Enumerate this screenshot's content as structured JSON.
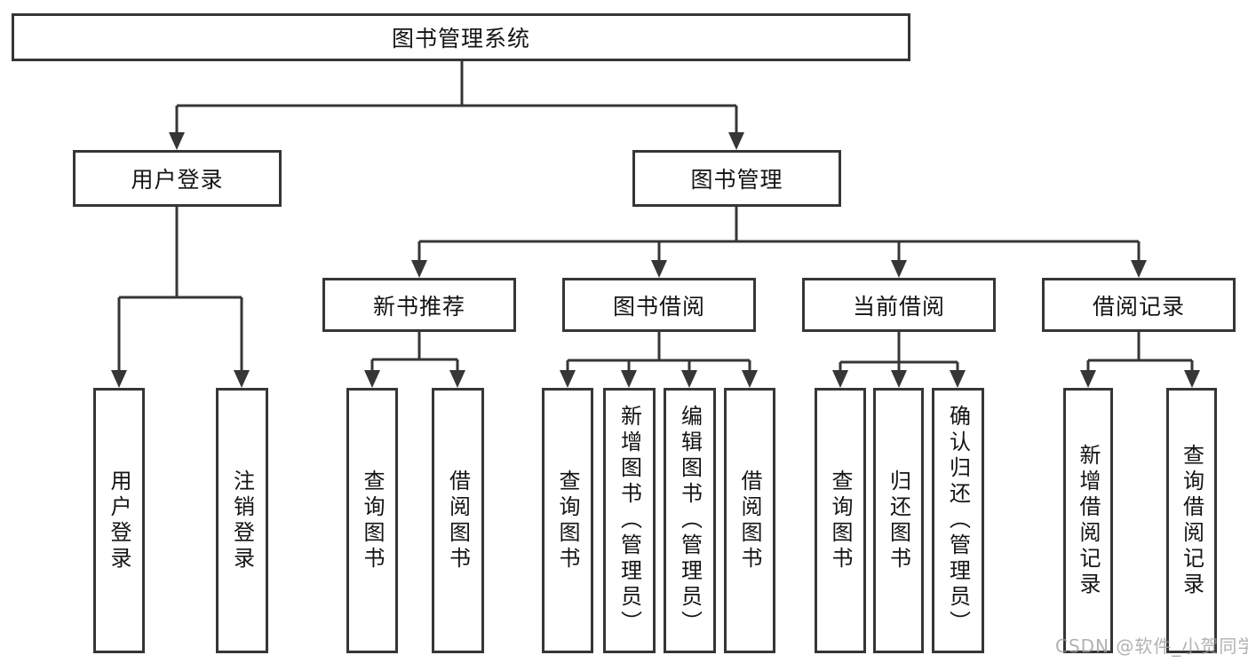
{
  "tree": {
    "label": "图书管理系统",
    "children": [
      {
        "label": "用户登录",
        "children": [
          {
            "label": "用户登录"
          },
          {
            "label": "注销登录"
          }
        ]
      },
      {
        "label": "图书管理",
        "children": [
          {
            "label": "新书推荐",
            "children": [
              {
                "label": "查询图书"
              },
              {
                "label": "借阅图书"
              }
            ]
          },
          {
            "label": "图书借阅",
            "children": [
              {
                "label": "查询图书"
              },
              {
                "label": "新增图书（管理员）"
              },
              {
                "label": "编辑图书（管理员）"
              },
              {
                "label": "借阅图书"
              }
            ]
          },
          {
            "label": "当前借阅",
            "children": [
              {
                "label": "查询图书"
              },
              {
                "label": "归还图书"
              },
              {
                "label": "确认归还（管理员）"
              }
            ]
          },
          {
            "label": "借阅记录",
            "children": [
              {
                "label": "新增借阅记录"
              },
              {
                "label": "查询借阅记录"
              }
            ]
          }
        ]
      }
    ]
  },
  "watermark": {
    "text": "CSDN @软件_小贺同学"
  },
  "colors": {
    "line": "#363636",
    "box_border": "#363636",
    "background": "#ffffff",
    "text": "#141414",
    "watermark": "#9e9e9e"
  }
}
